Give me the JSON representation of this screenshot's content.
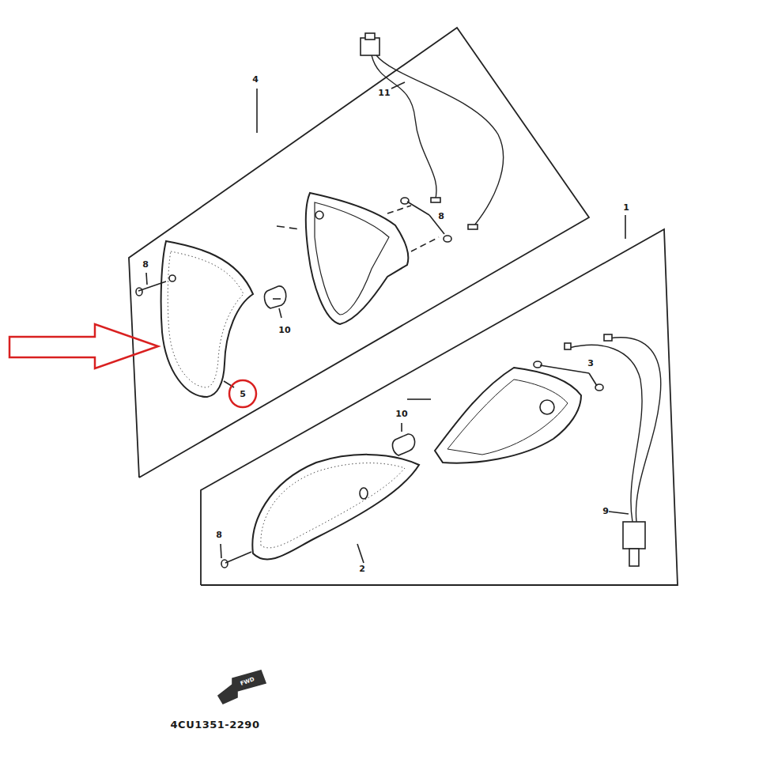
{
  "diagram": {
    "labels": [
      "4",
      "11",
      "8",
      "8",
      "10",
      "5",
      "1",
      "3",
      "10",
      "9",
      "8",
      "2",
      "FWD",
      "4CU1351-2290"
    ]
  }
}
